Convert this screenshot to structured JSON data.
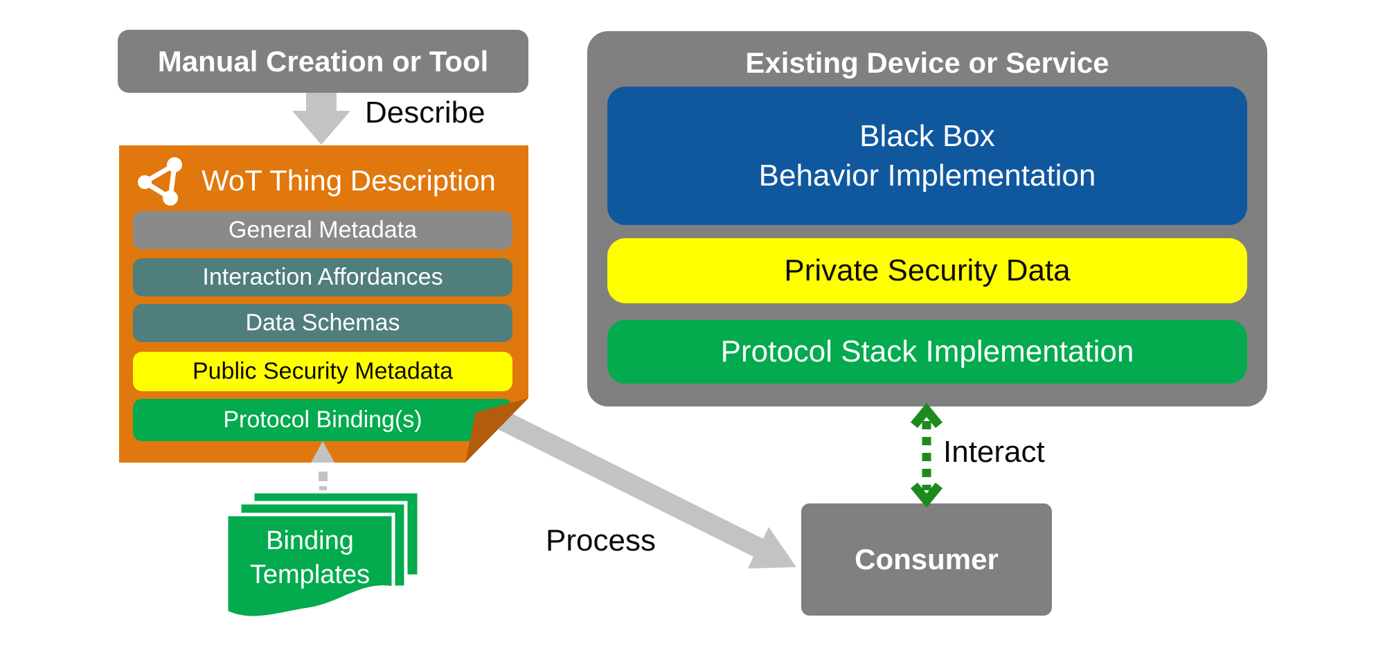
{
  "diagram": {
    "left": {
      "manual_box": {
        "title": "Manual Creation or Tool"
      },
      "describe_label": "Describe",
      "wot_box": {
        "title": "WoT Thing Description",
        "icon": "share-nodes-icon",
        "bars": [
          {
            "label": "General Metadata",
            "color": "#8A8A8A",
            "text_color": "#FFFFFF"
          },
          {
            "label": "Interaction Affordances",
            "color": "#507E7C",
            "text_color": "#FFFFFF"
          },
          {
            "label": "Data Schemas",
            "color": "#507E7C",
            "text_color": "#FFFFFF"
          },
          {
            "label": "Public Security Metadata",
            "color": "#FFFF00",
            "text_color": "#000000"
          },
          {
            "label": "Protocol Binding(s)",
            "color": "#03AA4E",
            "text_color": "#FFFFFF"
          }
        ]
      },
      "binding_templates": {
        "label": "Binding Templates",
        "color": "#03AA4E"
      }
    },
    "right": {
      "existing_box": {
        "title": "Existing Device or Service",
        "layers": [
          {
            "label": "Black Box\nBehavior Implementation",
            "color": "#10589E",
            "text_color": "#FFFFFF"
          },
          {
            "label": "Private Security Data",
            "color": "#FFFF00",
            "text_color": "#000000"
          },
          {
            "label": "Protocol Stack Implementation",
            "color": "#03AA4E",
            "text_color": "#FFFFFF"
          }
        ]
      },
      "interact_label": "Interact",
      "consumer_box": {
        "title": "Consumer"
      }
    },
    "process_label": "Process",
    "colors": {
      "box_gray": "#808080",
      "bar_gray": "#8A8A8A",
      "orange": "#E0780D",
      "fold_dark_orange": "#B25C0C",
      "teal": "#507E7C",
      "yellow": "#FFFF00",
      "green": "#03AA4E",
      "blue": "#10589E",
      "arrow_light_gray": "#C3C3C3",
      "arrow_green": "#1E8A1E"
    }
  }
}
